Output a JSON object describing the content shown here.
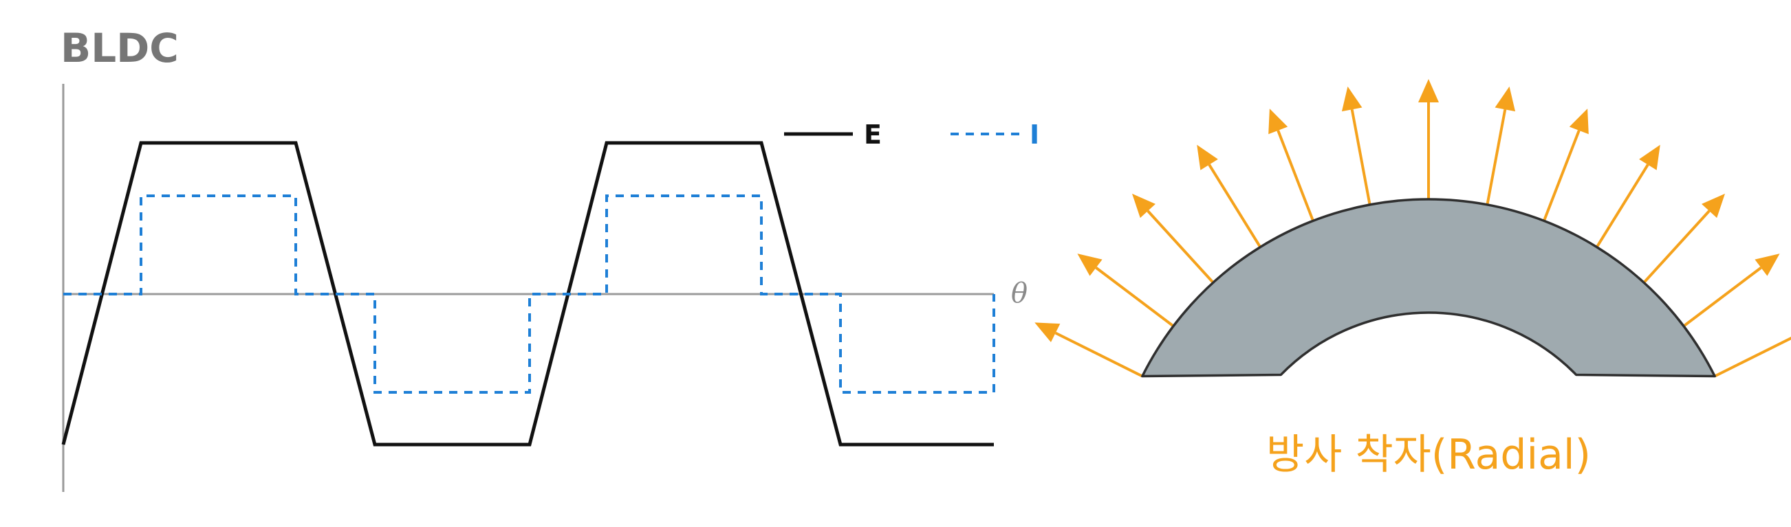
{
  "title": "BLDC",
  "waveform": {
    "axis_label": "θ",
    "legend": {
      "e_label": "E",
      "i_label": "I"
    },
    "colors": {
      "axis": "#9a9a9a",
      "e_line": "#111111",
      "i_line": "#1E7FD6"
    }
  },
  "radial": {
    "caption": "방사 착자(Radial)",
    "arrow_count": 13,
    "colors": {
      "magnet_fill": "#9FAAAF",
      "magnet_stroke": "#2f2f2f",
      "arrow": "#F5A21C"
    }
  }
}
